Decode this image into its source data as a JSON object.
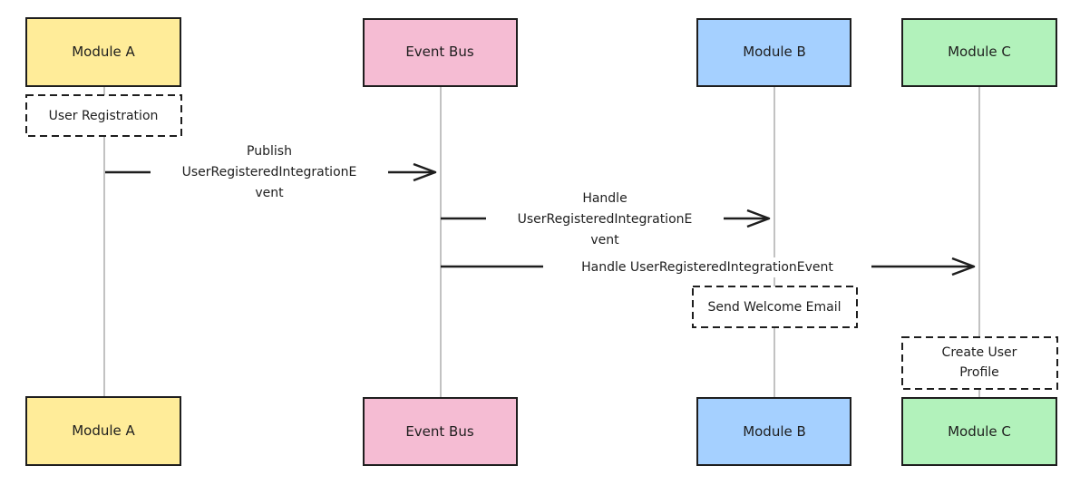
{
  "actors": [
    {
      "id": "module-a",
      "label": "Module A",
      "color": "#ffec99"
    },
    {
      "id": "event-bus",
      "label": "Event Bus",
      "color": "#f5bcd3"
    },
    {
      "id": "module-b",
      "label": "Module B",
      "color": "#a5d0ff"
    },
    {
      "id": "module-c",
      "label": "Module C",
      "color": "#b2f2bb"
    }
  ],
  "notes": [
    {
      "id": "user-registration",
      "lines": [
        "User Registration"
      ]
    },
    {
      "id": "send-welcome-email",
      "lines": [
        "Send Welcome Email"
      ]
    },
    {
      "id": "create-user-profile",
      "lines": [
        "Create User",
        "Profile"
      ]
    }
  ],
  "messages": [
    {
      "id": "publish",
      "lines": [
        "Publish",
        "UserRegisteredIntegrationE",
        "vent"
      ]
    },
    {
      "id": "handle-b",
      "lines": [
        "Handle",
        "UserRegisteredIntegrationE",
        "vent"
      ]
    },
    {
      "id": "handle-c",
      "lines": [
        "Handle UserRegisteredIntegrationEvent"
      ]
    }
  ]
}
